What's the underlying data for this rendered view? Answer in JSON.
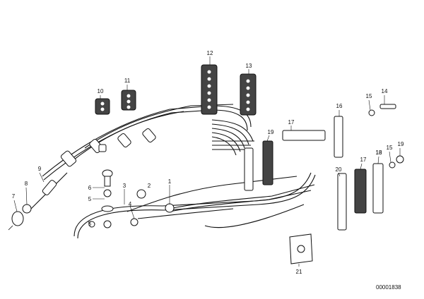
{
  "diagram": {
    "reference_number": "00001838",
    "callouts": [
      "1",
      "2",
      "3",
      "4",
      "5",
      "6",
      "7",
      "8",
      "9",
      "10",
      "11",
      "12",
      "13",
      "14",
      "15",
      "16",
      "17",
      "18",
      "19",
      "20",
      "21",
      "17",
      "18",
      "19",
      "15",
      "5"
    ]
  }
}
